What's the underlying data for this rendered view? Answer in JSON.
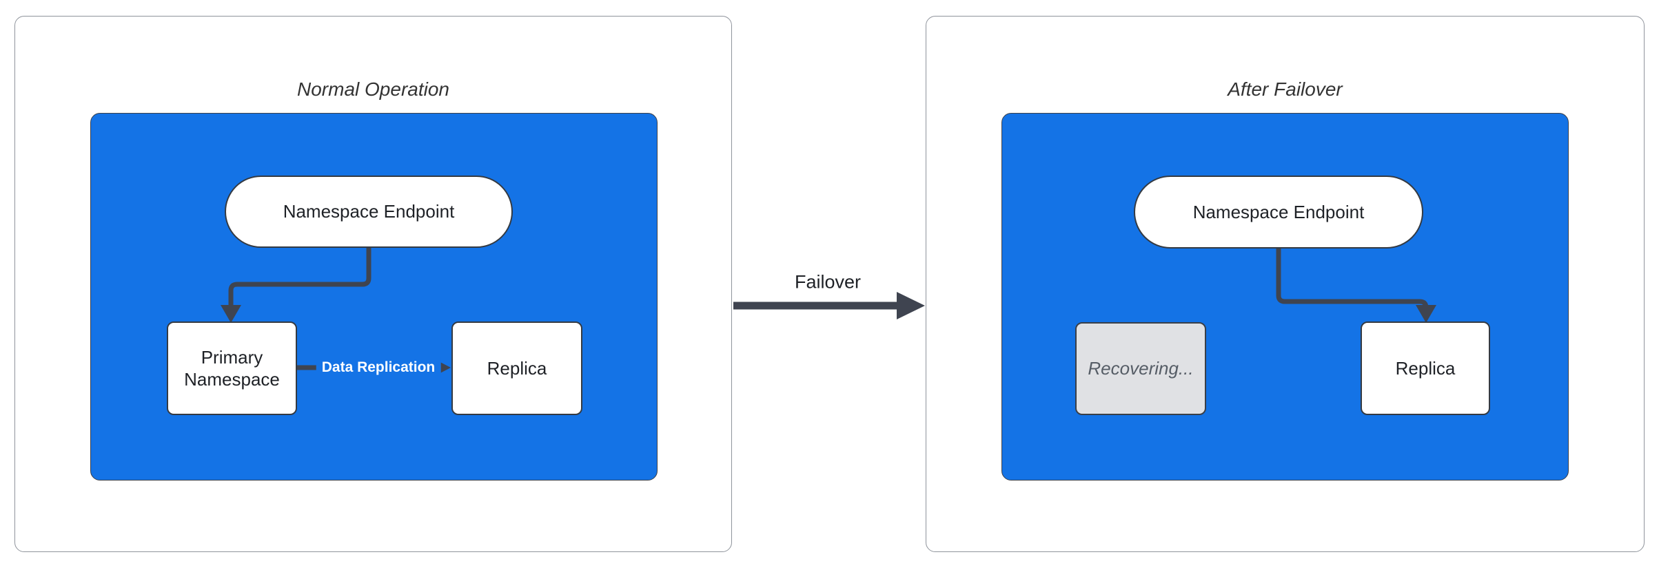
{
  "colors": {
    "canvas-bg": "#ffffff",
    "panel-bg": "#ffffff",
    "panel-border": "#8e939b",
    "title-text": "#333333",
    "container-blue": "#1473e6",
    "cluster-border": "#3c4049",
    "edge": "#3f4450",
    "node-bg": "#ffffff",
    "node-border": "#343a42",
    "node-text": "#1e2126",
    "muted-bg": "#e0e1e4",
    "muted-border": "#3a3f47",
    "muted-text": "#565d66",
    "edge-label-text": "#ffffff"
  },
  "panels": [
    {
      "title": "Normal Operation",
      "endpoint_label": "Namespace Endpoint",
      "primary_label": "Primary Namespace",
      "replica_label": "Replica",
      "replication_label": "Data Replication"
    },
    {
      "title": "After Failover",
      "endpoint_label": "Namespace Endpoint",
      "recovering_label": "Recovering...",
      "replica_label": "Replica"
    }
  ],
  "failover_arrow": {
    "label": "Failover"
  }
}
